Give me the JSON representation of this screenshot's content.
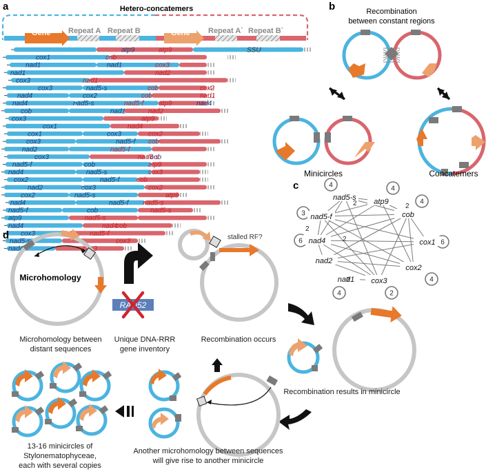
{
  "colors": {
    "blue": "#4bb4e0",
    "red": "#d9656d",
    "orange_dark": "#e8782a",
    "orange_light": "#eda26d",
    "gray": "#7a7a7a",
    "ring_gray": "#c6c6c6",
    "rad52_box": "#5b7fb8",
    "cross": "#d0252f"
  },
  "panel_a": {
    "label": "a",
    "title": "Hetero-concatemers",
    "segments": [
      "Gene",
      "Repeat A",
      "Repeat B",
      "Gene",
      "Repeat A`",
      "Repeat B`"
    ],
    "gene_labels": [
      {
        "text": "atp9",
        "c": "b"
      },
      {
        "text": "atp9",
        "c": "r"
      },
      {
        "text": "SSU",
        "c": "k"
      },
      {
        "text": "cox1",
        "c": "b"
      },
      {
        "text": "cob",
        "c": "r"
      },
      {
        "text": "nad1",
        "c": "b"
      },
      {
        "text": "nad1",
        "c": "b"
      },
      {
        "text": "cox3",
        "c": "r"
      },
      {
        "text": "nad1",
        "c": "b"
      },
      {
        "text": "nad2",
        "c": "r"
      },
      {
        "text": "cox3",
        "c": "b"
      },
      {
        "text": "nad1",
        "c": "r"
      },
      {
        "text": "cox3",
        "c": "b"
      },
      {
        "text": "nad5-s",
        "c": "b"
      },
      {
        "text": "cob",
        "c": "r"
      },
      {
        "text": "cox2",
        "c": "r"
      },
      {
        "text": "nad4",
        "c": "b"
      },
      {
        "text": "cox2",
        "c": "b"
      },
      {
        "text": "cob",
        "c": "r"
      },
      {
        "text": "nad1",
        "c": "r"
      },
      {
        "text": "nad4",
        "c": "b"
      },
      {
        "text": "nad5-s",
        "c": "b"
      },
      {
        "text": "nad5-f",
        "c": "r"
      },
      {
        "text": "atp9",
        "c": "r"
      },
      {
        "text": "nad4",
        "c": "b"
      },
      {
        "text": "cob",
        "c": "b"
      },
      {
        "text": "nad1",
        "c": "b"
      },
      {
        "text": "nad2",
        "c": "r"
      },
      {
        "text": "cox3",
        "c": "b"
      },
      {
        "text": "atp9",
        "c": "r"
      },
      {
        "text": "cox1",
        "c": "b"
      },
      {
        "text": "nad4",
        "c": "r"
      },
      {
        "text": "cox1",
        "c": "b"
      },
      {
        "text": "cox3",
        "c": "b"
      },
      {
        "text": "cox2",
        "c": "r"
      },
      {
        "text": "cox3",
        "c": "b"
      },
      {
        "text": "nad5-f",
        "c": "b"
      },
      {
        "text": "cob",
        "c": "r"
      },
      {
        "text": "nad2",
        "c": "b"
      },
      {
        "text": "nad5-f",
        "c": "r"
      },
      {
        "text": "cox3",
        "c": "b"
      },
      {
        "text": "cob",
        "c": "b"
      },
      {
        "text": "nad5-s",
        "c": "r"
      },
      {
        "text": "nad5-f",
        "c": "b"
      },
      {
        "text": "cob",
        "c": "b"
      },
      {
        "text": "atp9",
        "c": "r"
      },
      {
        "text": "nad4",
        "c": "b"
      },
      {
        "text": "nad5-s",
        "c": "b"
      },
      {
        "text": "cox3",
        "c": "r"
      },
      {
        "text": "cox2",
        "c": "b"
      },
      {
        "text": "nad5-f",
        "c": "b"
      },
      {
        "text": "cob",
        "c": "r"
      },
      {
        "text": "nad2",
        "c": "b"
      },
      {
        "text": "cox3",
        "c": "b"
      },
      {
        "text": "cox2",
        "c": "r"
      },
      {
        "text": "cox2",
        "c": "b"
      },
      {
        "text": "nad5-s",
        "c": "b"
      },
      {
        "text": "atp9",
        "c": "r"
      },
      {
        "text": "nad4",
        "c": "b"
      },
      {
        "text": "nad5-f",
        "c": "b"
      },
      {
        "text": "nad5-s",
        "c": "r"
      },
      {
        "text": "nad5-f",
        "c": "b"
      },
      {
        "text": "cob",
        "c": "b"
      },
      {
        "text": "nad5-s",
        "c": "r"
      },
      {
        "text": "atp9",
        "c": "b"
      },
      {
        "text": "nad5-s",
        "c": "r"
      },
      {
        "text": "nad4",
        "c": "b"
      },
      {
        "text": "cob",
        "c": "r"
      },
      {
        "text": "nad4",
        "c": "r"
      },
      {
        "text": "cox3",
        "c": "b"
      },
      {
        "text": "nad5-f",
        "c": "r"
      },
      {
        "text": "nad5-s",
        "c": "b"
      },
      {
        "text": "cox3",
        "c": "r"
      },
      {
        "text": "nad4",
        "c": "b"
      },
      {
        "text": "cox3",
        "c": "r"
      },
      {
        "text": "cox3",
        "c": "b"
      },
      {
        "text": "nad5-s",
        "c": "r"
      }
    ]
  },
  "panel_b": {
    "label": "b",
    "title_line1": "Recombination",
    "title_line2": "between constant regions",
    "left_label": "Minicircles",
    "right_label": "Concatemers"
  },
  "panel_c": {
    "label": "c",
    "nodes": [
      "nad5-s",
      "atp9",
      "cob",
      "cox1",
      "cox2",
      "cox3",
      "nad1",
      "nad2",
      "nad4",
      "nad5-f"
    ],
    "self_loop_counts": [
      "4",
      "4",
      "4",
      "6",
      "4",
      "2",
      "4",
      "",
      "6",
      "3"
    ],
    "edge_labels": [
      "2",
      "2",
      "2",
      "2",
      "2"
    ],
    "edges": [
      [
        "nad5-s",
        "atp9"
      ],
      [
        "nad5-s",
        "cob"
      ],
      [
        "nad5-s",
        "nad4"
      ],
      [
        "nad5-s",
        "cox3"
      ],
      [
        "nad5-s",
        "nad5-f"
      ],
      [
        "atp9",
        "cob"
      ],
      [
        "atp9",
        "nad4"
      ],
      [
        "atp9",
        "cox2"
      ],
      [
        "atp9",
        "nad5-f"
      ],
      [
        "cob",
        "nad4"
      ],
      [
        "cob",
        "cox2"
      ],
      [
        "cob",
        "cox3"
      ],
      [
        "cob",
        "nad2"
      ],
      [
        "cob",
        "nad5-f"
      ],
      [
        "cob",
        "cox1"
      ],
      [
        "nad4",
        "cox1"
      ],
      [
        "nad4",
        "cox2"
      ],
      [
        "nad4",
        "nad2"
      ],
      [
        "nad4",
        "cox3"
      ],
      [
        "nad4",
        "nad5-f"
      ],
      [
        "cox1",
        "nad2"
      ],
      [
        "cox1",
        "nad5-f"
      ],
      [
        "cox2",
        "nad5-f"
      ],
      [
        "cox2",
        "nad2"
      ],
      [
        "cox3",
        "nad5-f"
      ],
      [
        "nad1",
        "cox3"
      ],
      [
        "nad2",
        "cox3"
      ]
    ]
  },
  "panel_d": {
    "label": "d",
    "microhomology": "Microhomology",
    "cap1_l1": "Microhomology between",
    "cap1_l2": "distant sequences",
    "rad52": "RAD52",
    "cap2_l1": "Unique DNA-RRR",
    "cap2_l2": "gene inventory",
    "stalled": "stalled RF?",
    "cap3": "Recombination occurs",
    "cap4": "Recombination results in minicircle",
    "cap5_l1": "Another microhomology between sequences",
    "cap5_l2": "will give rise to another minicircle",
    "cap6_l1": "13-16 minicircles of",
    "cap6_l2": "Stylonematophyceae,",
    "cap6_l3": "each with several copies"
  }
}
